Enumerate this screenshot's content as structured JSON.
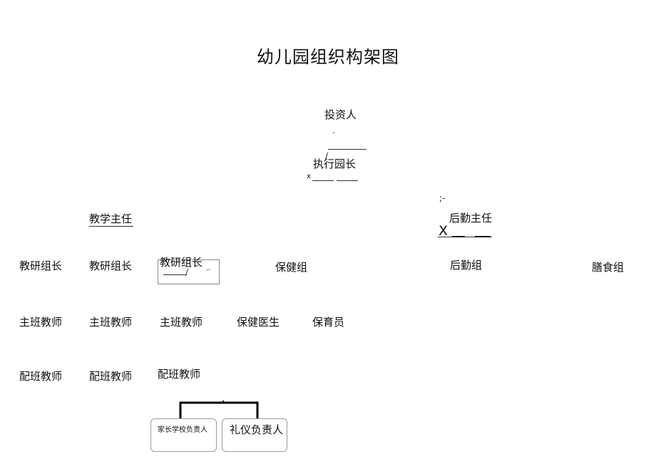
{
  "title": "幼儿园组织构架图",
  "investor": {
    "label": "投资人",
    "dot": "."
  },
  "executive_director": {
    "label": "执行园长",
    "mark": "/",
    "x_mark": "x"
  },
  "teaching_director": {
    "label": "教学主任"
  },
  "logistics_director": {
    "label": "后勤主任",
    "semi_mark": ";-",
    "x_mark": "X"
  },
  "research_leads": [
    {
      "label": "教研组长"
    },
    {
      "label": "教研组长"
    },
    {
      "label": "教研组长",
      "dash": "_",
      "slash": "/"
    }
  ],
  "groups": {
    "health": "保健组",
    "logistics": "后勤组",
    "catering": "膳食组"
  },
  "head_teachers": [
    "主班教师",
    "主班教师",
    "主班教师"
  ],
  "health_staff": {
    "doctor": "保健医生",
    "nurse": "保育员"
  },
  "assistant_teachers": [
    "配班教师",
    "配班教师",
    "配班教师"
  ],
  "bottom_boxes": {
    "parent_school": "家长学校负责人",
    "etiquette": "礼仪负责人"
  }
}
